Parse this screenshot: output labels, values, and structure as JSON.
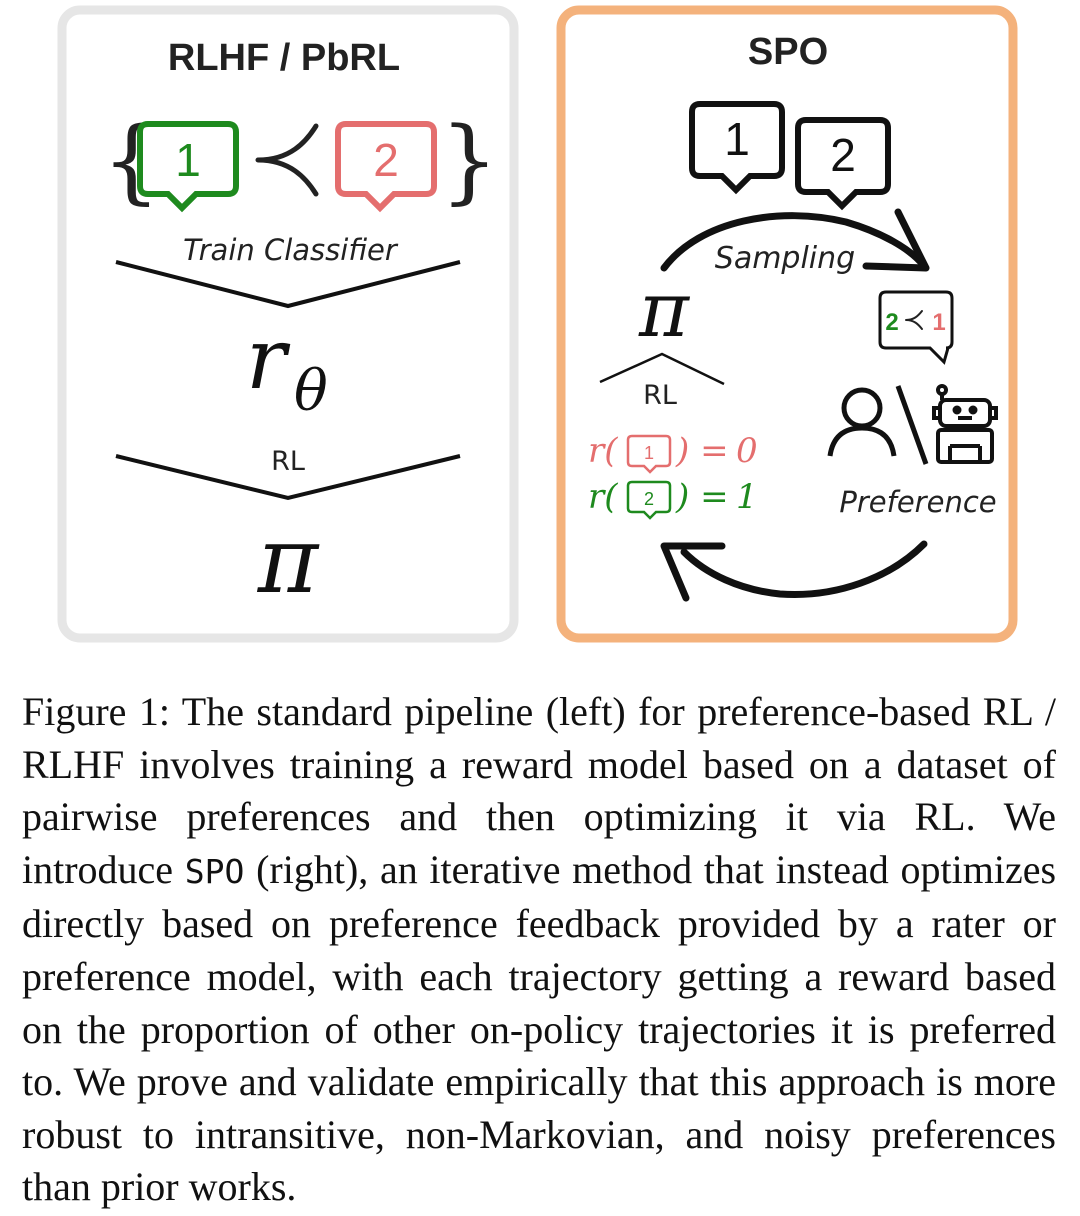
{
  "left_panel": {
    "title": "RLHF / PbRL",
    "preferred_label": "1",
    "rejected_label": "2",
    "classifier_step": "Train Classifier",
    "reward_symbol": "r",
    "reward_subscript": "θ",
    "rl_step": "RL",
    "policy_symbol": "π"
  },
  "right_panel": {
    "title": "SPO",
    "sample_1": "1",
    "sample_2": "2",
    "sampling_label": "Sampling",
    "policy_symbol": "π",
    "rl_label": "RL",
    "pref_bubble_left": "2",
    "pref_bubble_right": "1",
    "preference_label": "Preference",
    "reward_1_label": "1",
    "reward_1_value": "0",
    "reward_2_label": "2",
    "reward_2_value": "1"
  },
  "colors": {
    "left_border": "#e6e6e6",
    "right_border": "#f4b27c",
    "preferred": "#1e8a1e",
    "rejected": "#e46e6e",
    "ink": "#111111"
  },
  "caption": {
    "label": "Figure 1:",
    "part1": "The standard pipeline (left) for preference-based RL / RLHF involves training a reward model based on a dataset of pairwise preferences and then optimizing it via RL. We introduce",
    "method": "SPO",
    "part2": "(right), an iterative method that instead optimizes directly based on preference feedback provided by a rater or preference model, with each trajectory getting a reward based on the proportion of other on-policy trajectories it is preferred to. We prove and validate empirically that this approach is more robust to intransitive, non-Markovian, and noisy preferences than prior works."
  }
}
